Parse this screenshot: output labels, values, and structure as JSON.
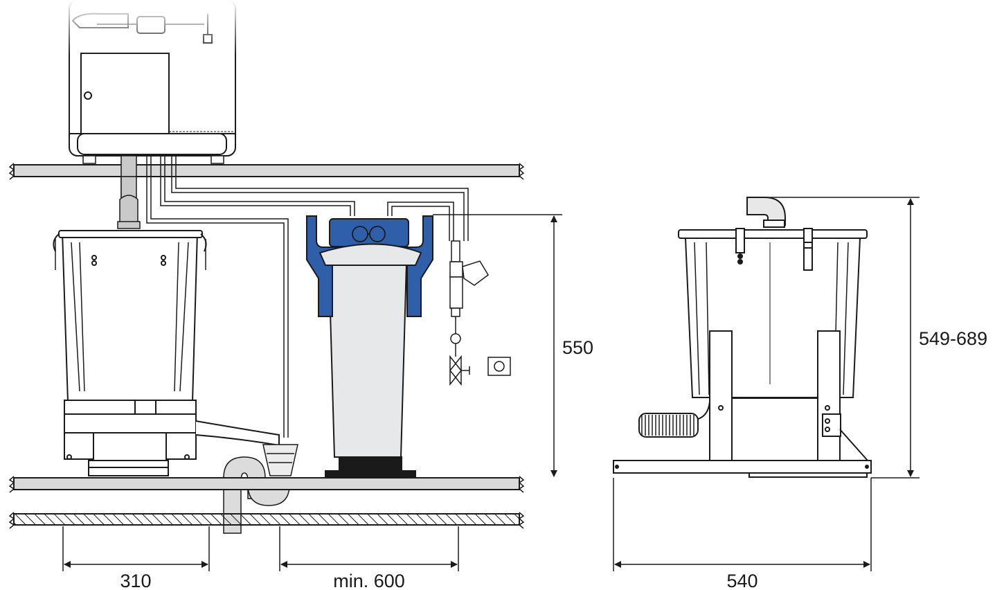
{
  "dimensions": {
    "width_left_unit": "310",
    "clearance": "min. 600",
    "height_center": "550",
    "width_right": "540",
    "height_right": "549-689"
  },
  "colors": {
    "stroke": "#1a1a1a",
    "filter_blue": "#2f5fa8",
    "filter_body": "#e6e8ea",
    "shelf": "#d9d9d9",
    "pipe": "#c9c9c9"
  },
  "icons": [
    "dishwasher",
    "water-softener",
    "water-filter",
    "tap-valve",
    "drain-trap",
    "shut-off-valve",
    "side-view-unit",
    "spiral-hose"
  ]
}
